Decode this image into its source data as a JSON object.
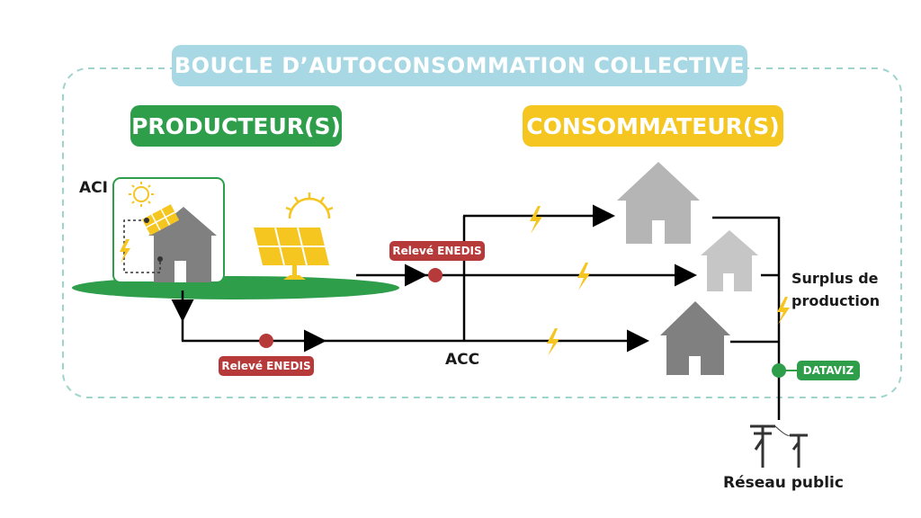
{
  "title": "BOUCLE D’AUTOCONSOMMATION COLLECTIVE",
  "producers_label": "PRODUCTEUR(S)",
  "consumers_label": "CONSOMMATEUR(S)",
  "aci_label": "ACI",
  "acc_label": "ACC",
  "releve_top": "Relevé ENEDIS",
  "releve_bottom": "Relevé ENEDIS",
  "surplus_label": "Surplus de production",
  "dataviz_label": "DATAVIZ",
  "reseau_label": "Réseau public",
  "colors": {
    "title_pill": "#a8d8e3",
    "producer_green": "#2e9e4b",
    "consumer_yellow": "#f5c520",
    "meter_red": "#b73a3a",
    "dashed_border": "#9fd4cc"
  }
}
